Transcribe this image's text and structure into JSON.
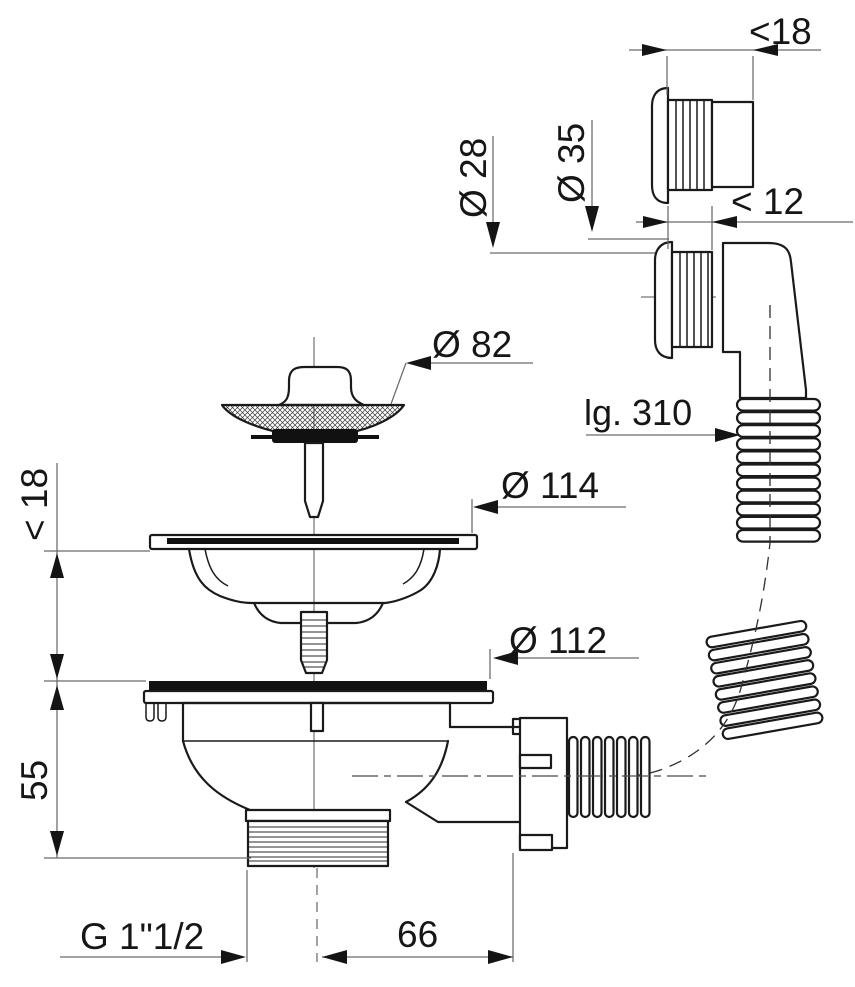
{
  "diagram": {
    "title": "Sink strainer waste with overflow — dimensioned technical drawing",
    "units": "mm",
    "colors": {
      "line": "#1a1a1a",
      "dim_line": "#6a6a6a",
      "background": "#ffffff",
      "gasket_fill": "#111111"
    },
    "dimensions": {
      "top_bushing_max": "<18",
      "bushing_depth_max": "< 12",
      "overflow_pipe_od": "Ø 28",
      "overflow_flange_od": "Ø 35",
      "plug_diameter": "Ø 82",
      "hose_length": "lg. 310",
      "upper_flange_diameter": "Ø 114",
      "sink_thickness_max": "< 18",
      "lower_flange_diameter": "Ø 112",
      "body_height": "55",
      "outlet_thread": "G 1\"1/2",
      "outlet_offset": "66"
    }
  }
}
